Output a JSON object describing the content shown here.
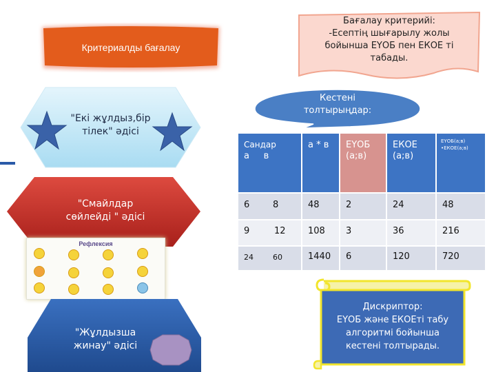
{
  "criteria_button": {
    "label": "Критериалды бағалау"
  },
  "assessment_note": {
    "lines": [
      "Бағалау критерийі:",
      "-Есептің шығарылу жолы",
      "бойынша ЕҮОБ пен ЕКОЕ ті",
      "табады."
    ]
  },
  "fill_table_bubble": {
    "lines": [
      "Кестені",
      "толтырыңдар:"
    ]
  },
  "method_two_stars": {
    "lines": [
      "\"Екі жұлдыз,бір",
      "тілек\" әдісі"
    ]
  },
  "method_smileys": {
    "lines": [
      "\"Смайлдар",
      "сөйлейді \" әдісі"
    ]
  },
  "reflection_card": {
    "title": "Рефлексия"
  },
  "method_star_collect": {
    "lines": [
      "\"Жұлдызша",
      "жинау\" әдісі"
    ]
  },
  "table": {
    "headers": [
      {
        "line1": "Сандар",
        "line2": "а     в"
      },
      {
        "line1": "а * в",
        "line2": ""
      },
      {
        "line1": "ЕҮОБ",
        "line2": "(а;в)"
      },
      {
        "line1": "ЕКОЕ",
        "line2": "(а;в)"
      },
      {
        "line1": "ЕҮОБ(а;в)",
        "line2": "•ЕКОЕ(а;в)"
      }
    ],
    "rows": [
      {
        "a": "6",
        "b": "8",
        "cells": [
          "48",
          "2",
          "24",
          "48"
        ]
      },
      {
        "a": "9",
        "b": "12",
        "cells": [
          "108",
          "3",
          "36",
          "216"
        ]
      },
      {
        "a": "24",
        "b": "60",
        "cells": [
          "1440",
          "6",
          "120",
          "720"
        ]
      }
    ]
  },
  "descriptor_scroll": {
    "lines": [
      "Дискриптор:",
      "ЕҮОБ және ЕКОЕті табу",
      "алгоритмі бойынша",
      "кестені толтырады."
    ]
  },
  "colors": {
    "accent_orange": "#e35c1c",
    "hex_light_blue": "#c7e9f7",
    "hex_red": "#c8302a",
    "hex_dark_blue": "#2a5aa8",
    "table_header_blue": "#3d74c4",
    "table_header_pink": "#d7938f",
    "bubble_blue": "#4a7fc5",
    "scroll_border": "#f2e52c",
    "note_fill": "#fbd8cf"
  }
}
